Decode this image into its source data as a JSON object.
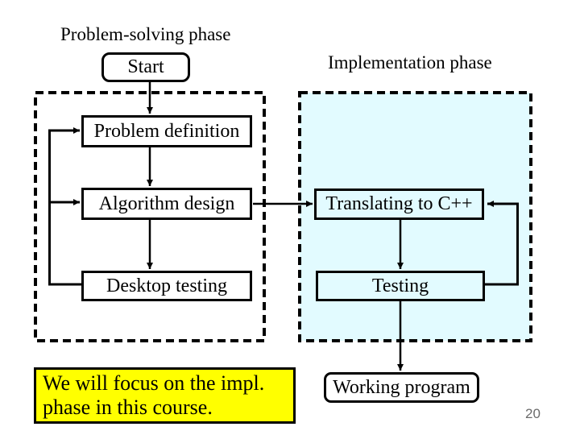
{
  "titles": {
    "problem_solving_phase": "Problem-solving phase",
    "implementation_phase": "Implementation phase"
  },
  "nodes": {
    "start": "Start",
    "problem_definition": "Problem definition",
    "algorithm_design": "Algorithm design",
    "desktop_testing": "Desktop testing",
    "translating_to_cpp": "Translating to C++",
    "testing": "Testing",
    "working_program": "Working program"
  },
  "note": {
    "line1": "We will focus on the impl.",
    "line2": "phase in this course."
  },
  "footer": {
    "page_number": "20"
  },
  "colors": {
    "note_background": "#FFFF00",
    "implementation_fill": "#E2FBFF",
    "page_number": "#6B6B6B",
    "stroke": "#000000",
    "background": "#FFFFFF"
  },
  "diagram": {
    "regions": [
      {
        "name": "problem-solving-phase-region",
        "style": "dashed",
        "fill": "none"
      },
      {
        "name": "implementation-phase-region",
        "style": "dashed",
        "fill": "#E2FBFF"
      }
    ],
    "edges": [
      {
        "from": "start",
        "to": "problem_definition",
        "type": "flow"
      },
      {
        "from": "problem_definition",
        "to": "algorithm_design",
        "type": "flow"
      },
      {
        "from": "algorithm_design",
        "to": "desktop_testing",
        "type": "flow"
      },
      {
        "from": "algorithm_design",
        "to": "translating_to_cpp",
        "type": "flow"
      },
      {
        "from": "translating_to_cpp",
        "to": "testing",
        "type": "flow"
      },
      {
        "from": "testing",
        "to": "working_program",
        "type": "flow"
      },
      {
        "from": "desktop_testing",
        "to": "problem_definition",
        "type": "feedback"
      },
      {
        "from": "desktop_testing",
        "to": "algorithm_design",
        "type": "feedback"
      },
      {
        "from": "testing",
        "to": "translating_to_cpp",
        "type": "feedback"
      }
    ]
  }
}
